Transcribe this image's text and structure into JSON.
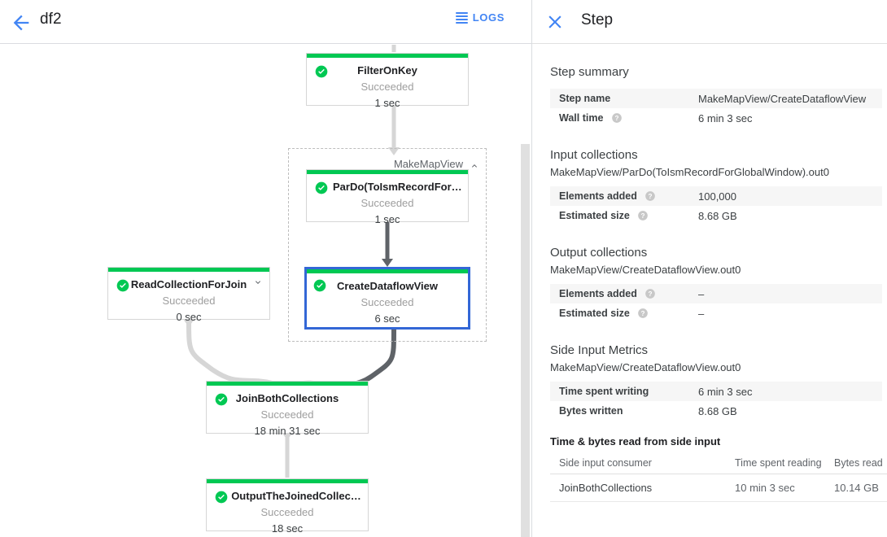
{
  "header": {
    "back_icon": "back-arrow-icon",
    "job_title": "df2",
    "logs_label": "LOGS",
    "logs_icon": "logs-hamburger-icon"
  },
  "graph": {
    "composite": {
      "label": "MakeMapView",
      "collapse_icon": "chevron-up-icon"
    },
    "nodes": [
      {
        "id": "filter-on-key",
        "name": "FilterOnKey",
        "status": "Succeeded",
        "duration": "1 sec",
        "status_icon": "check-circle-icon",
        "selected": false,
        "expandable": false
      },
      {
        "id": "pardo-toismrecordfor",
        "name": "ParDo(ToIsmRecordFor…",
        "status": "Succeeded",
        "duration": "1 sec",
        "status_icon": "check-circle-icon",
        "selected": false,
        "expandable": false
      },
      {
        "id": "create-dataflow-view",
        "name": "CreateDataflowView",
        "status": "Succeeded",
        "duration": "6 sec",
        "status_icon": "check-circle-icon",
        "selected": true,
        "expandable": false
      },
      {
        "id": "read-collection-for-join",
        "name": "ReadCollectionForJoin",
        "status": "Succeeded",
        "duration": "0 sec",
        "status_icon": "check-circle-icon",
        "selected": false,
        "expandable": true,
        "expand_icon": "chevron-down-icon"
      },
      {
        "id": "join-both-collections",
        "name": "JoinBothCollections",
        "status": "Succeeded",
        "duration": "18 min 31 sec",
        "status_icon": "check-circle-icon",
        "selected": false,
        "expandable": false
      },
      {
        "id": "output-the-joined-collection",
        "name": "OutputTheJoinedCollec…",
        "status": "Succeeded",
        "duration": "18 sec",
        "status_icon": "check-circle-icon",
        "selected": false,
        "expandable": false
      }
    ],
    "colors": {
      "success_green": "#00c853",
      "selected_blue": "#3367d6",
      "edge_light": "#d6d6d6",
      "edge_dark": "#5f6368"
    }
  },
  "panel": {
    "close_icon": "close-x-icon",
    "title": "Step",
    "step_summary": {
      "heading": "Step summary",
      "rows": [
        {
          "key": "Step name",
          "value": "MakeMapView/CreateDataflowView",
          "help": false
        },
        {
          "key": "Wall time",
          "value": "6 min 3 sec",
          "help": true
        }
      ]
    },
    "input_collections": {
      "heading": "Input collections",
      "collection": "MakeMapView/ParDo(ToIsmRecordForGlobalWindow).out0",
      "rows": [
        {
          "key": "Elements added",
          "value": "100,000",
          "help": true
        },
        {
          "key": "Estimated size",
          "value": "8.68 GB",
          "help": true
        }
      ]
    },
    "output_collections": {
      "heading": "Output collections",
      "collection": "MakeMapView/CreateDataflowView.out0",
      "rows": [
        {
          "key": "Elements added",
          "value": "–",
          "help": true
        },
        {
          "key": "Estimated size",
          "value": "–",
          "help": true
        }
      ]
    },
    "side_input_metrics": {
      "heading": "Side Input Metrics",
      "collection": "MakeMapView/CreateDataflowView.out0",
      "rows": [
        {
          "key": "Time spent writing",
          "value": "6 min 3 sec",
          "help": false
        },
        {
          "key": "Bytes written",
          "value": "8.68 GB",
          "help": false
        }
      ],
      "table": {
        "heading": "Time & bytes read from side input",
        "columns": [
          "Side input consumer",
          "Time spent reading",
          "Bytes read"
        ],
        "rows": [
          [
            "JoinBothCollections",
            "10 min 3 sec",
            "10.14 GB"
          ]
        ]
      }
    }
  }
}
